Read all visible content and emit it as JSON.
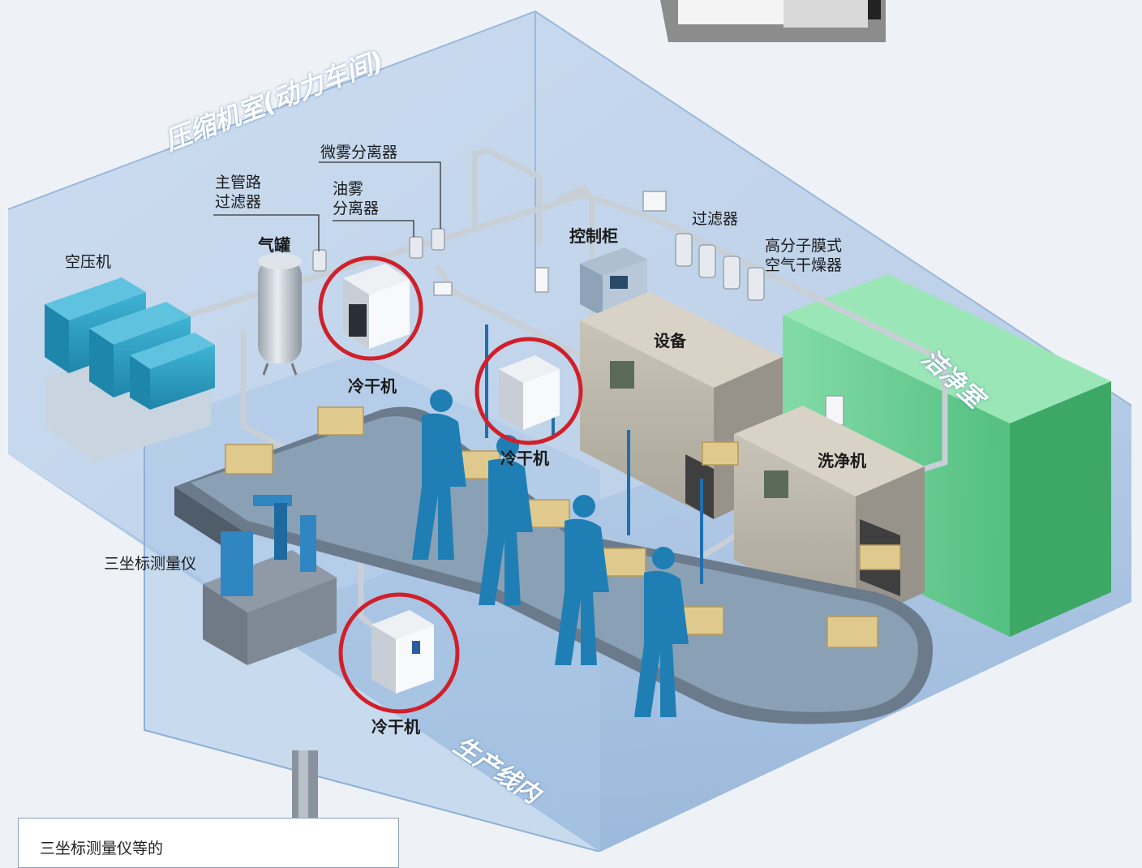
{
  "rooms": {
    "compressor_room": "压缩机室(动力车间)",
    "production_line": "生产线内",
    "clean_room": "洁净室"
  },
  "labels": {
    "air_compressor": "空压机",
    "air_tank": "气罐",
    "main_line_filter": "主管路\n过滤器",
    "oil_mist_separator": "油雾\n分离器",
    "micro_mist_separator": "微雾分离器",
    "control_cabinet": "控制柜",
    "filter": "过滤器",
    "membrane_dryer": "高分子膜式\n空气干燥器",
    "equipment": "设备",
    "washer": "洗净机",
    "cmm": "三坐标测量仪",
    "dryer_1": "冷干机",
    "dryer_2": "冷干机",
    "dryer_3": "冷干机"
  },
  "callout": {
    "text": "三坐标测量仪等的"
  },
  "colors": {
    "room_blue": "#9fc0e2",
    "clean_room_green": "#6fcf97",
    "highlight_red": "#d0202a",
    "pipe": "#c9cfd6",
    "worker": "#1f7fb5"
  }
}
